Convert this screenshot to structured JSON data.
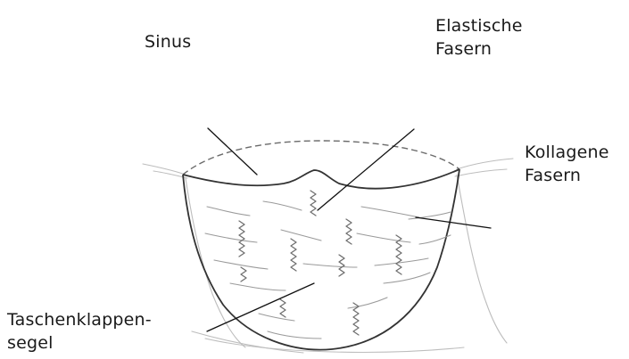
{
  "labels": {
    "sinus": "Sinus",
    "elastic_fibers": [
      "Elastische",
      "Fasern"
    ],
    "collagen_fibers": [
      "Kollagene",
      "Fasern"
    ],
    "cusp": [
      "Taschenklappen-",
      "segel"
    ]
  },
  "colors": {
    "outline": "#3a3a3a",
    "faint": "#b5b5b5",
    "fiber": "#7a7a7a",
    "leader": "#111111"
  }
}
